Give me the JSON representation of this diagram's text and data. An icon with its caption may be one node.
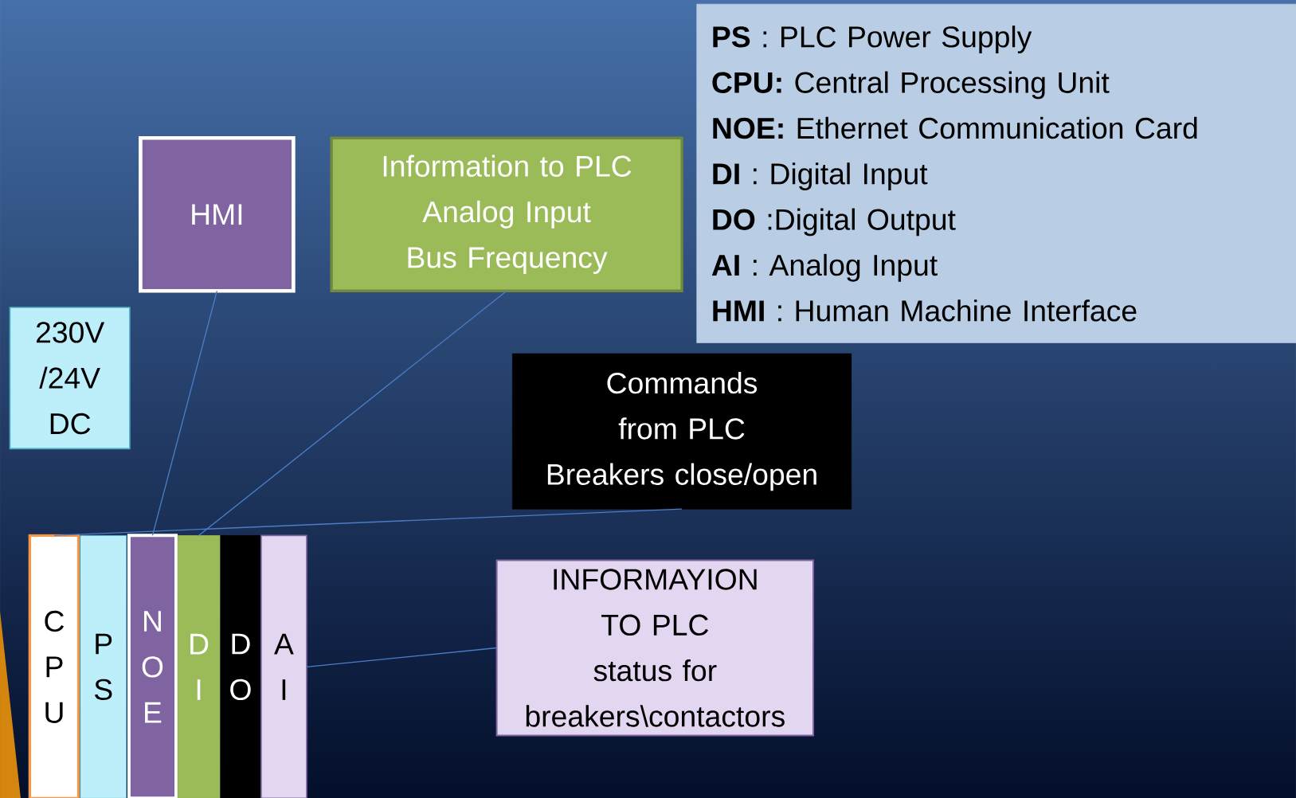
{
  "diagram": {
    "nodes": [
      {
        "text": [
          "HMI"
        ]
      },
      {
        "text": [
          "Information to PLC",
          "Analog Input Bus Frequency"
        ]
      },
      {
        "text": [
          "**PS** : PLC Power Supply",
          "**CPU:** Central Processing Unit",
          "**NOE:** Ethernet Communication Card",
          "**DI** : Digital Input",
          "**DO** :Digital Output",
          "**AI** : Analog Input",
          "**HMI** : Human Machine Interface"
        ]
      },
      {
        "text": [
          "230V /24V DC"
        ]
      },
      {
        "text": [
          "Commands from PLC",
          "Breakers close/open"
        ]
      },
      {
        "text": [
          "C P U"
        ]
      },
      {
        "text": [
          "P S"
        ]
      },
      {
        "text": [
          "N O E"
        ]
      },
      {
        "text": [
          "D I"
        ]
      },
      {
        "text": [
          "D O"
        ]
      },
      {
        "text": [
          "A I"
        ]
      },
      {
        "text": [
          "INFORMAYION TO PLC",
          "status for breakers\\contactors"
        ]
      }
    ],
    "edges": [
      {
        "from": 0,
        "to": 7,
        "arrow": "none"
      },
      {
        "from": 1,
        "to": 8,
        "arrow": "none"
      },
      {
        "from": 4,
        "to": 5,
        "arrow": "none"
      },
      {
        "from": 11,
        "to": 10,
        "arrow": "none"
      }
    ]
  }
}
